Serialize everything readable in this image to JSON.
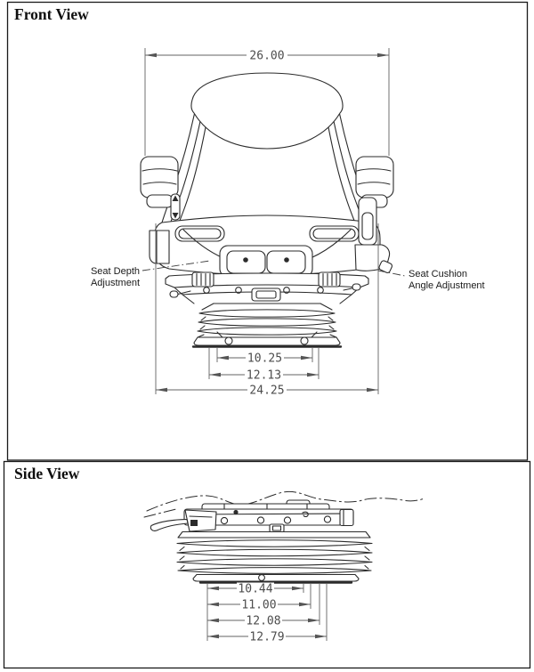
{
  "front_view": {
    "title": "Front View",
    "dimensions": {
      "overall_width": "26.00",
      "inner_base": "10.25",
      "mid_base": "12.13",
      "overall_base": "24.25"
    },
    "labels": {
      "seat_depth_line1": "Seat Depth",
      "seat_depth_line2": "Adjustment",
      "seat_cushion_line1": "Seat Cushion",
      "seat_cushion_line2": "Angle Adjustment"
    }
  },
  "side_view": {
    "title": "Side View",
    "dimensions": {
      "dim1": "10.44",
      "dim2": "11.00",
      "dim3": "12.08",
      "dim4": "12.79"
    }
  },
  "colors": {
    "background": "#ffffff",
    "drawing_line": "#2b2b2b",
    "dimension_line": "#636363",
    "border": "#1a1a1a"
  }
}
